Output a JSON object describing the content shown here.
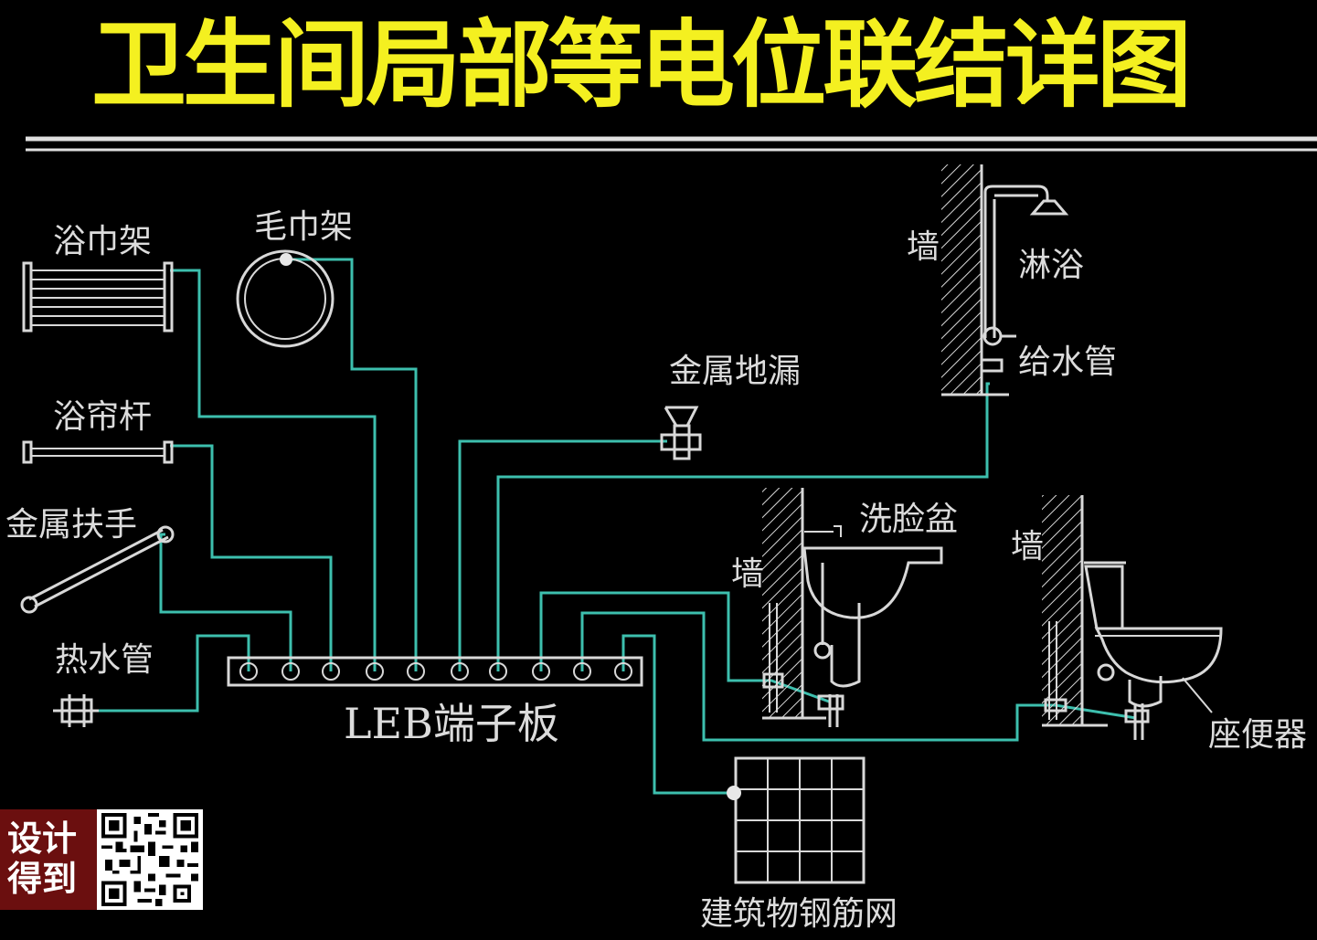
{
  "title": "卫生间局部等电位联结详图",
  "labels": {
    "bath_towel_rack": "浴巾架",
    "towel_ring": "毛巾架",
    "curtain_rod": "浴帘杆",
    "handrail": "金属扶手",
    "hot_water_pipe": "热水管",
    "leb_board": "LEB端子板",
    "metal_floor_drain": "金属地漏",
    "wall_shower": "墙",
    "shower": "淋浴",
    "water_supply_pipe": "给水管",
    "washbasin": "洗脸盆",
    "wall_basin": "墙",
    "wall_toilet": "墙",
    "toilet": "座便器",
    "rebar_mesh": "建筑物钢筋网"
  },
  "watermark": {
    "line1": "设计",
    "line2": "得到"
  },
  "colors": {
    "title": "#f4f020",
    "wire": "#3dbfae",
    "drawing": "#d8d8d8",
    "background": "#000000",
    "badge": "#6b0f0f"
  }
}
